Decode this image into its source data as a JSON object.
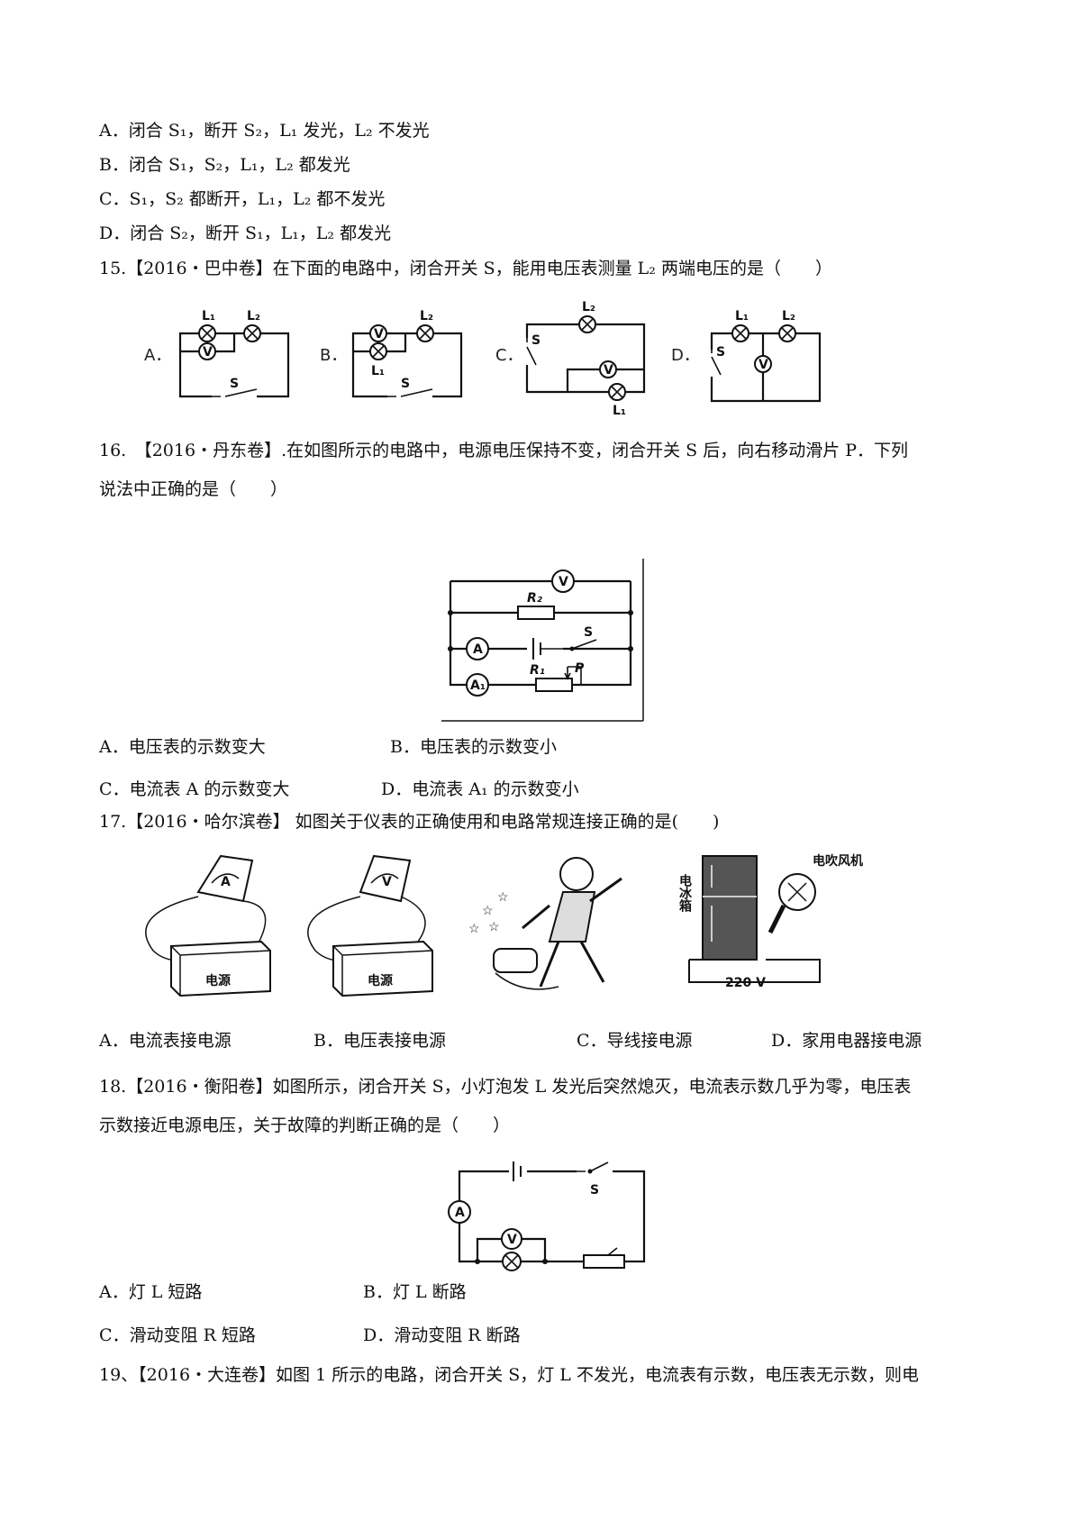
{
  "q14_options": {
    "a": "A．闭合 S₁，断开 S₂，L₁ 发光，L₂ 不发光",
    "b": "B．闭合 S₁，S₂，L₁，L₂ 都发光",
    "c": "C．S₁，S₂ 都断开，L₁，L₂ 都不发光",
    "d": "D．闭合 S₂，断开 S₁，L₁，L₂ 都发光"
  },
  "q15": {
    "stem": "15.【2016・巴中卷】在下面的电路中，闭合开关 S，能用电压表测量 L₂ 两端电压的是（　　）",
    "figure_labels": [
      "A．",
      "B．",
      "C．",
      "D．"
    ]
  },
  "q16": {
    "stem_line1": "16.　【2016・丹东卷】.在如图所示的电路中，电源电压保持不变，闭合开关 S 后，向右移动滑片 P．下列",
    "stem_line2": "说法中正确的是（　　）",
    "options": {
      "a": "A．电压表的示数变大",
      "b": "B．电压表的示数变小",
      "c": "C．电流表 A 的示数变大",
      "d": "D．电流表 A₁ 的示数变小"
    }
  },
  "q17": {
    "stem": "17.【2016・哈尔滨卷】 如图关于仪表的正确使用和电路常规连接正确的是(　　)",
    "figure_text": {
      "source": "电源",
      "fridge": "电冰箱",
      "dryer": "电吹风机",
      "voltage": "220 V"
    },
    "options": {
      "a": "A．电流表接电源",
      "b": "B．电压表接电源",
      "c": "C．导线接电源",
      "d": "D．家用电器接电源"
    }
  },
  "q18": {
    "stem_line1": "18.【2016・衡阳卷】如图所示，闭合开关 S，小灯泡发 L 发光后突然熄灭，电流表示数几乎为零，电压表",
    "stem_line2": "示数接近电源电压，关于故障的判断正确的是（　　）",
    "options": {
      "a": "A．灯 L 短路",
      "b": "B．灯 L 断路",
      "c": "C．滑动变阻 R 短路",
      "d": "D．滑动变阻 R 断路"
    }
  },
  "q19": {
    "stem": "19、【2016・大连卷】如图 1 所示的电路，闭合开关 S，灯 L 不发光，电流表有示数，电压表无示数，则电"
  },
  "symbols": {
    "voltmeter": "V",
    "ammeter": "A",
    "ammeter1": "A₁",
    "switch": "S",
    "lamp1": "L₁",
    "lamp2": "L₂",
    "r1": "R₁",
    "r2": "R₂",
    "slider": "P"
  }
}
